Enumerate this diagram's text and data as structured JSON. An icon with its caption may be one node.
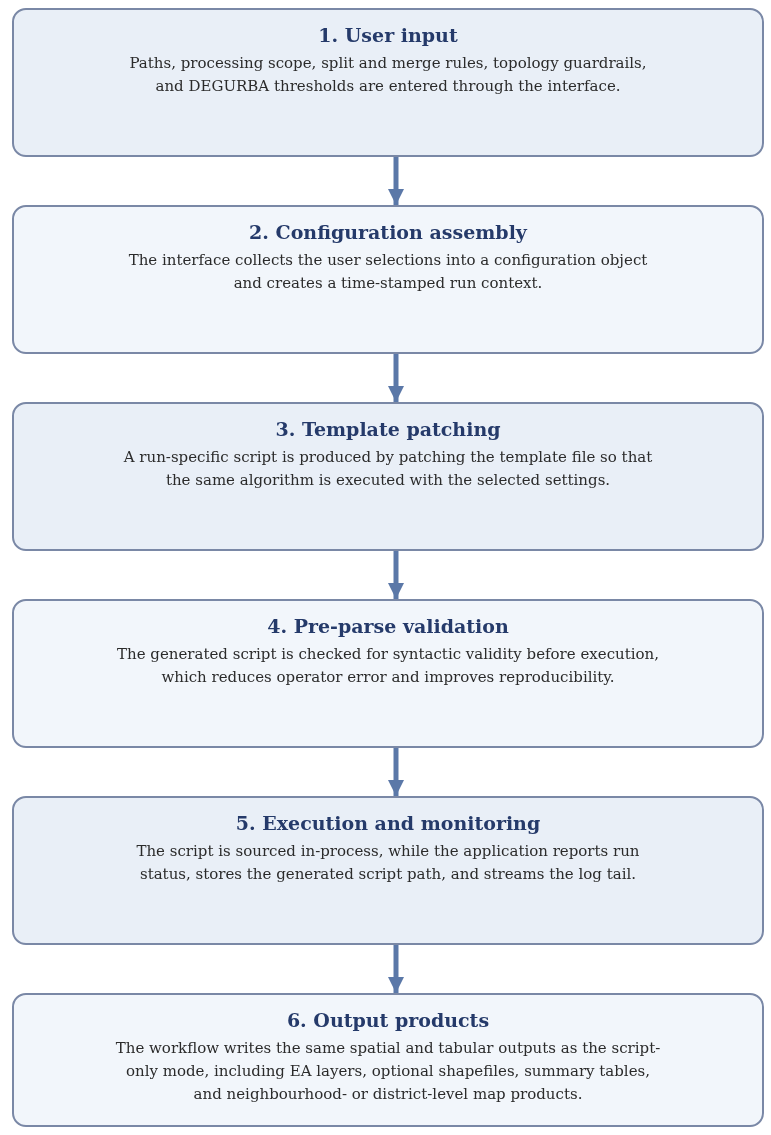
{
  "diagram": {
    "nodes": [
      {
        "text": [
          "1. User input",
          "Paths, processing scope, split and merge rules, topology guardrails, and DEGURBA thresholds are entered through the interface."
        ]
      },
      {
        "text": [
          "2. Configuration assembly",
          "The interface collects the user selections into a configuration object and creates a time-stamped run context."
        ]
      },
      {
        "text": [
          "3. Template patching",
          "A run-specific script is produced by patching the template file so that the same algorithm is executed with the selected settings."
        ]
      },
      {
        "text": [
          "4. Pre-parse validation",
          "The generated script is checked for syntactic validity before execution, which reduces operator error and improves reproducibility."
        ]
      },
      {
        "text": [
          "5. Execution and monitoring",
          "The script is sourced in-process, while the application reports run status, stores the generated script path, and streams the log tail."
        ]
      },
      {
        "text": [
          "6. Output products",
          "The workflow writes the same spatial and tabular outputs as the script-only mode, including EA layers, optional shapefiles, summary tables, and neighbourhood- or district-level map products."
        ]
      }
    ],
    "edges": [
      {
        "from": 0,
        "to": 1,
        "arrow": "to"
      },
      {
        "from": 1,
        "to": 2,
        "arrow": "to"
      },
      {
        "from": 2,
        "to": 3,
        "arrow": "to"
      },
      {
        "from": 3,
        "to": 4,
        "arrow": "to"
      },
      {
        "from": 4,
        "to": 5,
        "arrow": "to"
      }
    ]
  }
}
